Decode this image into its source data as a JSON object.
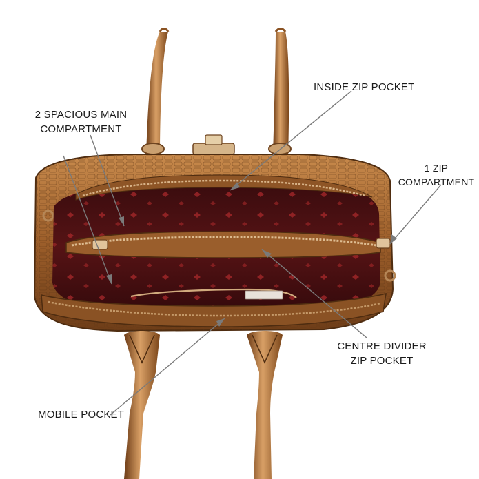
{
  "image": {
    "subject": "handbag-open-top-view",
    "colors": {
      "leather": "#a0622c",
      "leather_dark": "#5e3616",
      "leather_light": "#d39a5c",
      "lining": "#4a1012",
      "lining_pattern": "#b02a2a",
      "zipper": "#c9a27a",
      "leader_line": "#7a7a7a",
      "label_text": "#1a1a1a"
    }
  },
  "callouts": {
    "inside_zip_pocket": {
      "text": "INSIDE ZIP POCKET"
    },
    "main_compartment": {
      "line1": "2 SPACIOUS MAIN",
      "line2": "COMPARTMENT"
    },
    "zip_compartment": {
      "line1": "1 ZIP",
      "line2": "COMPARTMENT"
    },
    "centre_divider": {
      "line1": "CENTRE DIVIDER",
      "line2": "ZIP POCKET"
    },
    "mobile_pocket": {
      "text": "MOBILE POCKET"
    }
  }
}
